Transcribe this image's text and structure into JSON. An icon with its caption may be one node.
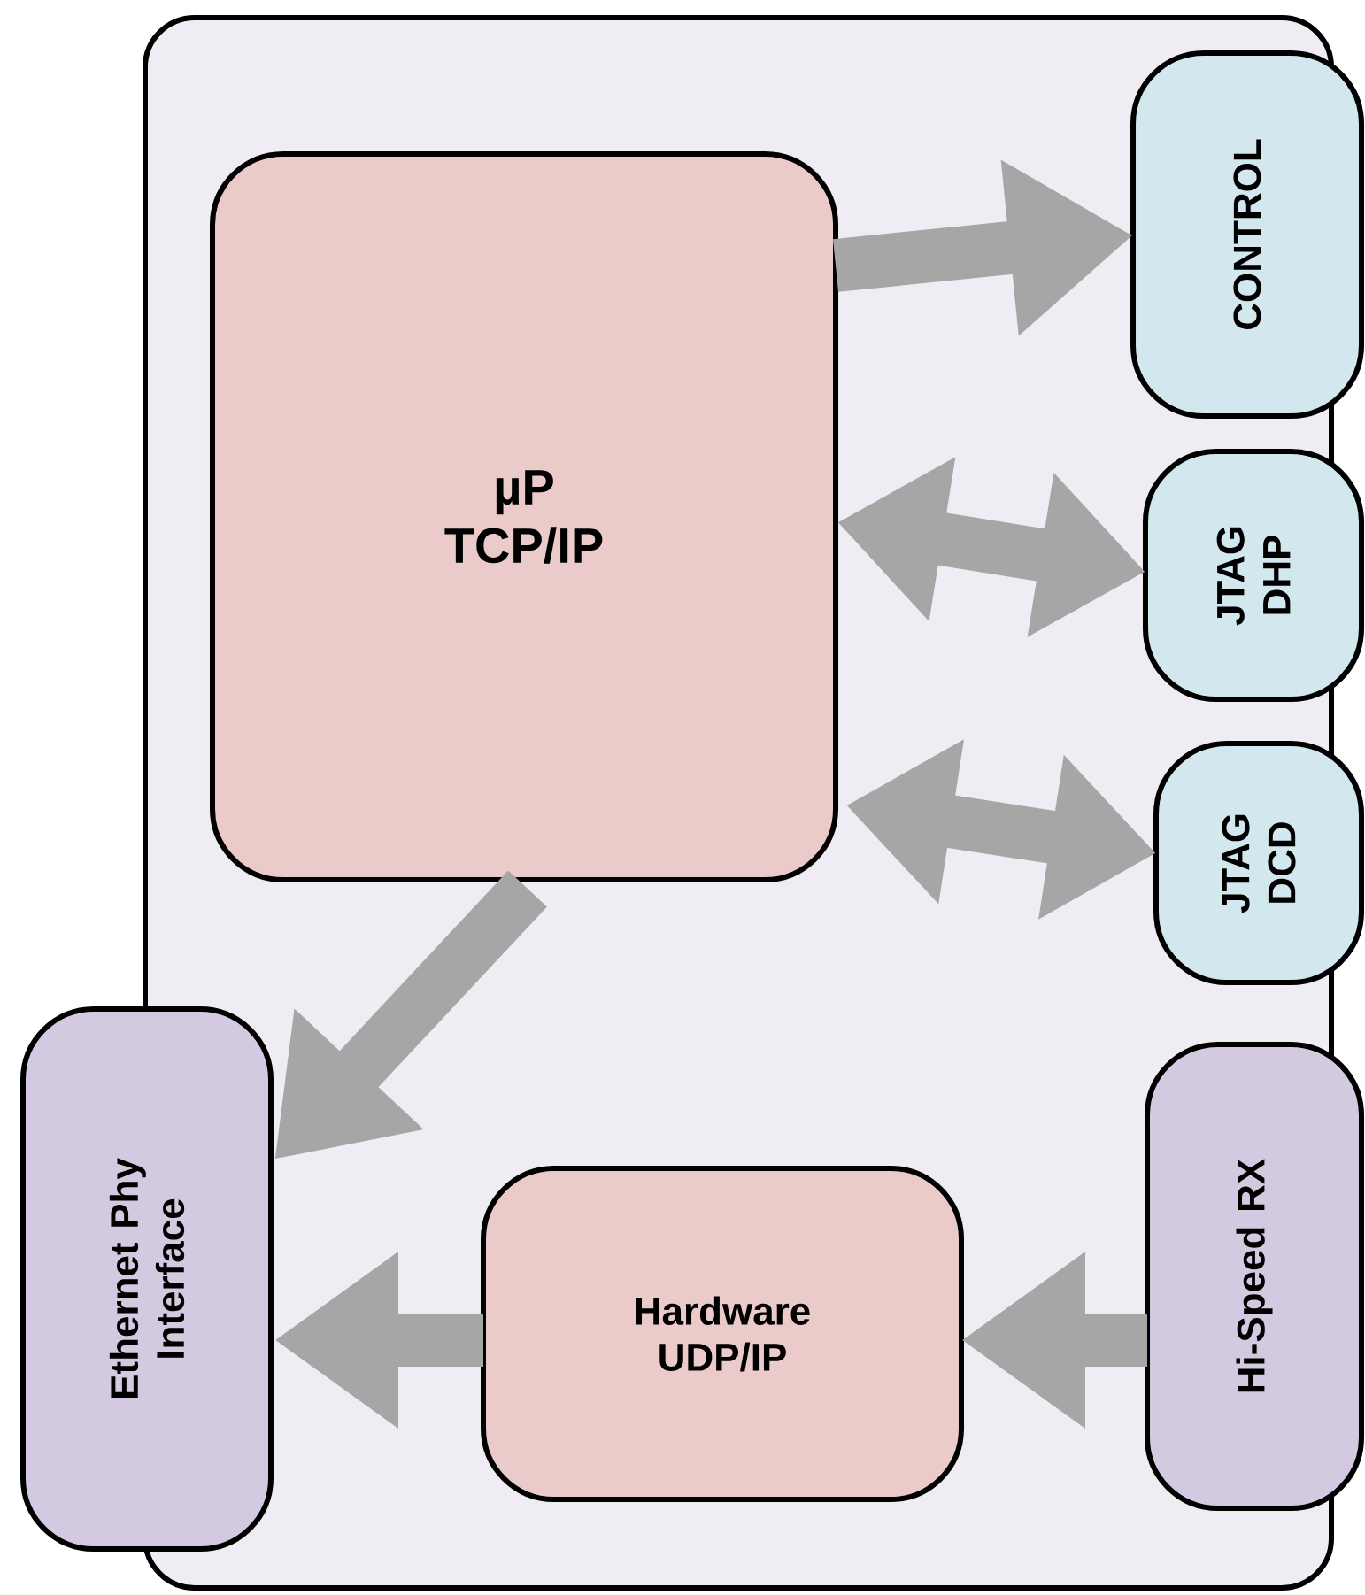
{
  "diagram": {
    "nodes": [
      {
        "text": [],
        "shape": "box"
      },
      {
        "text": [
          "µP TCP/IP"
        ],
        "in": 0
      },
      {
        "text": [
          "CONTROL"
        ]
      },
      {
        "text": [
          "JTAG DHP"
        ]
      },
      {
        "text": [
          "JTAG DCD"
        ]
      },
      {
        "text": [
          "Ethernet Phy Interface"
        ]
      },
      {
        "text": [
          "Hardware UDP/IP"
        ],
        "in": 0
      },
      {
        "text": [
          "Hi-Speed RX"
        ]
      }
    ],
    "edges": [
      {
        "from": 1,
        "to": 2,
        "arrow": "to"
      },
      {
        "from": 1,
        "to": 3,
        "arrow": "both"
      },
      {
        "from": 1,
        "to": 4,
        "arrow": "both"
      },
      {
        "from": 1,
        "to": 5,
        "arrow": "to"
      },
      {
        "from": 6,
        "to": 5,
        "arrow": "to"
      },
      {
        "from": 7,
        "to": 6,
        "arrow": "to"
      }
    ]
  }
}
